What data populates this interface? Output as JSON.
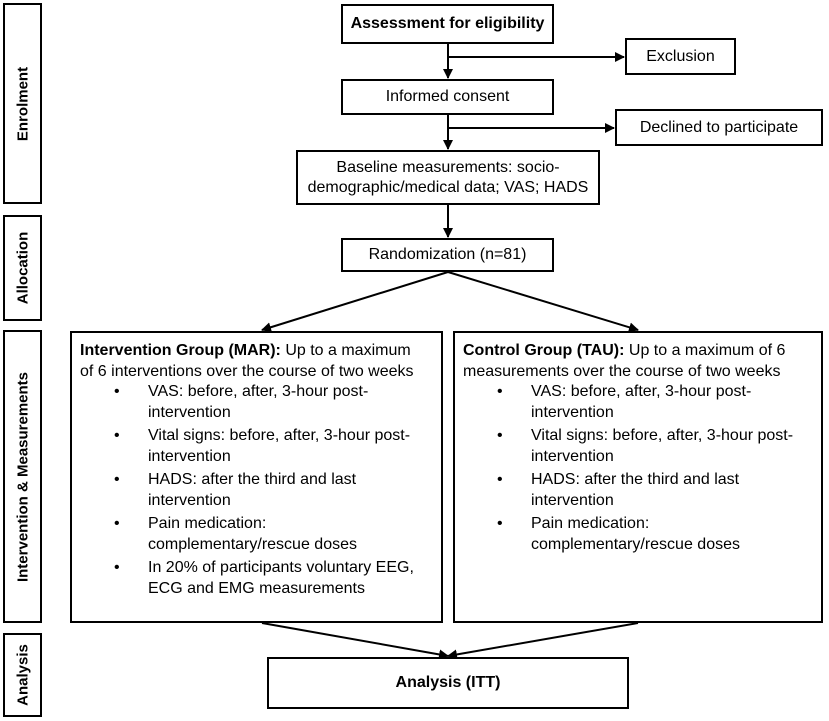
{
  "phases": {
    "enrolment": "Enrolment",
    "allocation": "Allocation",
    "intervention": "Intervention & Measurements",
    "analysis": "Analysis"
  },
  "boxes": {
    "assessment": "Assessment for eligibility",
    "exclusion": "Exclusion",
    "consent": "Informed consent",
    "declined": "Declined to participate",
    "baseline_line1": "Baseline measurements: socio-",
    "baseline_line2": "demographic/medical data; VAS; HADS",
    "randomization": "Randomization (n=81)",
    "analysis": "Analysis (ITT)"
  },
  "intervention_group": {
    "title": "Intervention Group (MAR):",
    "intro_line1": " Up to a maximum",
    "intro_line2": "of 6 interventions over the course of two weeks",
    "items": [
      [
        "VAS: before, after, 3-hour post-",
        "intervention"
      ],
      [
        "Vital signs: before, after, 3-hour post-",
        "intervention"
      ],
      [
        "HADS: after the third and last",
        "intervention"
      ],
      [
        "Pain medication:",
        "complementary/rescue doses"
      ],
      [
        "In 20% of participants voluntary EEG,",
        "ECG and EMG measurements"
      ]
    ]
  },
  "control_group": {
    "title": "Control Group (TAU):",
    "intro_line1": " Up to a maximum of 6",
    "intro_line2": "measurements over the course of two weeks",
    "items": [
      [
        "VAS: before, after, 3-hour post-",
        "intervention"
      ],
      [
        "Vital signs: before, after, 3-hour post-",
        "intervention"
      ],
      [
        "HADS: after the third and last",
        "intervention"
      ],
      [
        "Pain medication:",
        "complementary/rescue doses"
      ]
    ]
  }
}
